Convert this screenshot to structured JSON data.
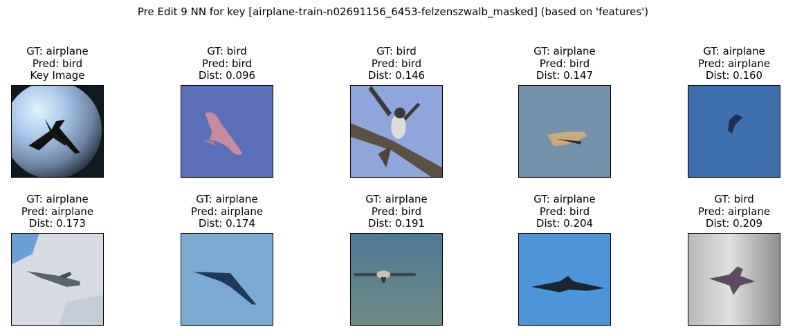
{
  "figure": {
    "title": "Pre Edit 9 NN for key [airplane-train-n02691156_6453-felzenszwalb_masked] (based on 'features')"
  },
  "panels": [
    {
      "gt": "GT: airplane",
      "pred": "Pred: bird",
      "extra": "Key Image",
      "image": "key-airplane-image"
    },
    {
      "gt": "GT: bird",
      "pred": "Pred: bird",
      "extra": "Dist: 0.096",
      "image": "pink-bird-image"
    },
    {
      "gt": "GT: bird",
      "pred": "Pred: bird",
      "extra": "Dist: 0.146",
      "image": "bird-on-branch-image"
    },
    {
      "gt": "GT: airplane",
      "pred": "Pred: bird",
      "extra": "Dist: 0.147",
      "image": "plane-grey-sky-image"
    },
    {
      "gt": "GT: airplane",
      "pred": "Pred: airplane",
      "extra": "Dist: 0.160",
      "image": "small-plane-blue-image"
    },
    {
      "gt": "GT: airplane",
      "pred": "Pred: airplane",
      "extra": "Dist: 0.173",
      "image": "jet-clouds-image"
    },
    {
      "gt": "GT: airplane",
      "pred": "Pred: airplane",
      "extra": "Dist: 0.174",
      "image": "stealth-bomber-image"
    },
    {
      "gt": "GT: airplane",
      "pred": "Pred: bird",
      "extra": "Dist: 0.191",
      "image": "prop-plane-teal-image"
    },
    {
      "gt": "GT: airplane",
      "pred": "Pred: bird",
      "extra": "Dist: 0.204",
      "image": "bomber-blue-sky-image"
    },
    {
      "gt": "GT: bird",
      "pred": "Pred: airplane",
      "extra": "Dist: 0.209",
      "image": "blurry-bird-grey-image"
    }
  ]
}
